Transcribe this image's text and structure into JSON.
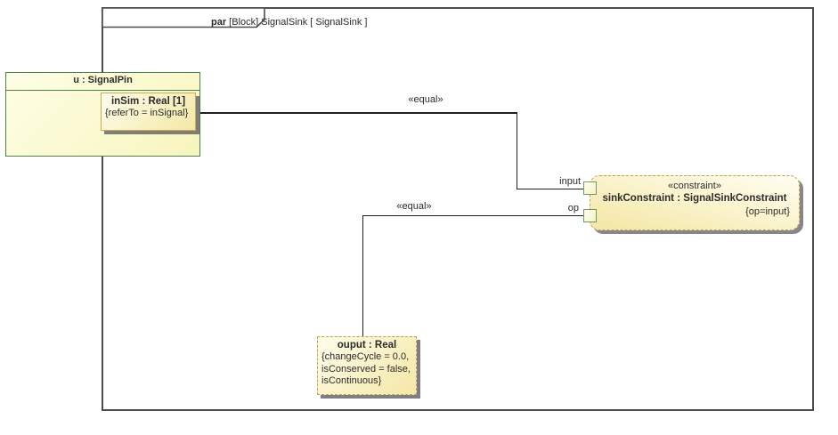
{
  "frame": {
    "tab_keyword": "par",
    "tab_text": " [Block] SignalSink [ SignalSink ]"
  },
  "signal_pin": {
    "title": "u : SignalPin"
  },
  "in_sim": {
    "title": "inSim : Real [1]",
    "body": "{referTo = inSignal}"
  },
  "constraint_block": {
    "stereotype": "«constraint»",
    "title": "sinkConstraint : SignalSinkConstraint",
    "parameter": "{op=input}",
    "port_input_label": "input",
    "port_op_label": "op"
  },
  "ouput": {
    "title": "ouput : Real",
    "body": "{changeCycle = 0.0,\nisConserved = false,\nisContinuous}"
  },
  "connectors": {
    "equal_top": "«equal»",
    "equal_bottom": "«equal»"
  },
  "colors": {
    "frame_border": "#4d4d4d",
    "block_border_green": "#4e8052",
    "block_fill_yellow": "#f8f5bd",
    "constraint_border_tan": "#bfa353",
    "shadow_gray": "#696969",
    "connector_black": "#1f1f1f"
  }
}
